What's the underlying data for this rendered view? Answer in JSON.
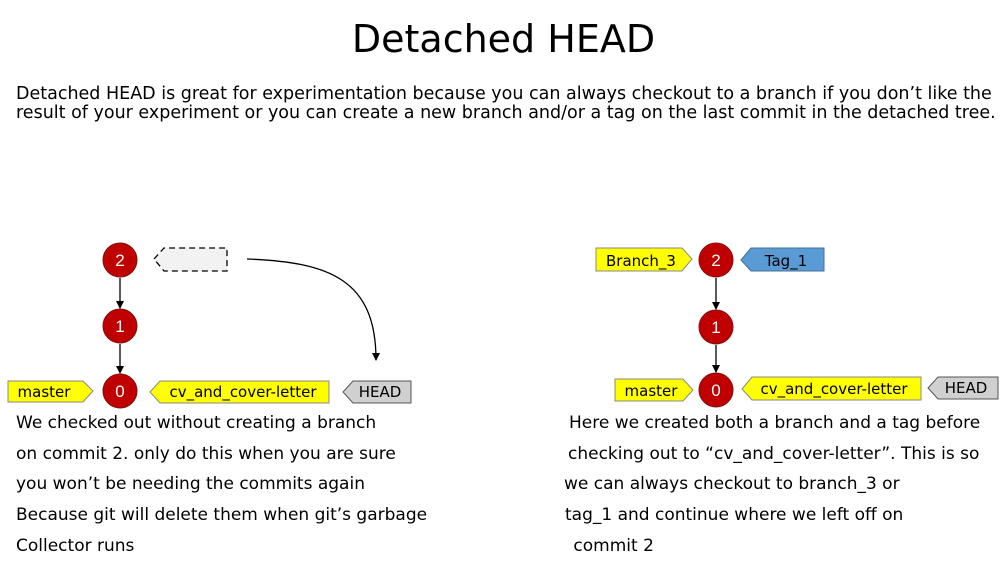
{
  "title": "Detached HEAD",
  "intro": {
    "line1": "Detached HEAD is great for experimentation because you can always checkout to a branch if you don’t like the",
    "line2": "result of your experiment or you can create a new branch and/or a tag on the last commit in the detached tree."
  },
  "left_graph": {
    "commits": [
      "2",
      "1",
      "0"
    ],
    "master_label": "master",
    "branch_label": "cv_and_cover-letter",
    "head_label": "HEAD",
    "caption": [
      "We  checked out without creating a branch",
      "on commit 2. only do this when you are sure",
      "you won’t be needing the commits again",
      "Because git will delete them when git’s garbage",
      "Collector runs"
    ]
  },
  "right_graph": {
    "commits": [
      "2",
      "1",
      "0"
    ],
    "branch3_label": "Branch_3",
    "tag_label": "Tag_1",
    "master_label": "master",
    "branch_label": "cv_and_cover-letter",
    "head_label": "HEAD",
    "caption": [
      "Here we created both a branch and a tag before",
      "checking out to “cv_and_cover-letter”. This is so",
      "we can always checkout to branch_3 or",
      "tag_1 and continue where we left off on",
      " commit 2"
    ]
  },
  "colors": {
    "commit": "#c00000",
    "branch_tag": "#ffff00",
    "head_tag": "#d0d0d0",
    "ref_tag": "#5b9bd5",
    "detached_placeholder": "#f2f2f2"
  }
}
